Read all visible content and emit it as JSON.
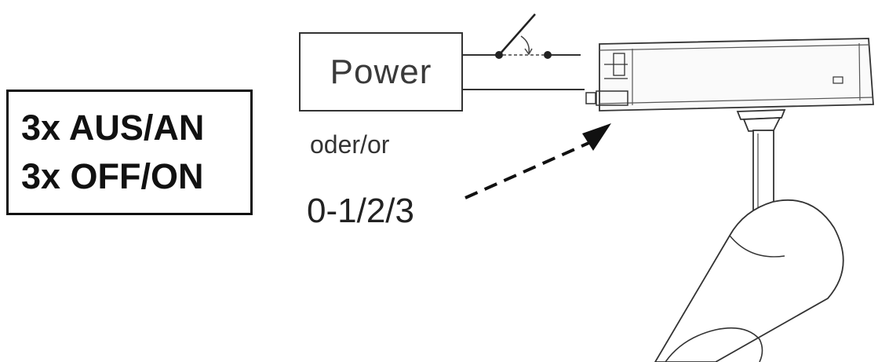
{
  "switch_modes": {
    "line1": "3x AUS/AN",
    "line2": "3x OFF/ON"
  },
  "power_supply": {
    "label": "Power"
  },
  "alternative": {
    "label": "oder/or"
  },
  "dimming_levels": {
    "label": "0-1/2/3"
  },
  "icons": {
    "wall_switch": "switch-icon",
    "track_spotlight": "track-spotlight-icon",
    "arrow": "dashed-arrow-icon"
  },
  "colors": {
    "line": "#222222",
    "text": "#111111"
  }
}
